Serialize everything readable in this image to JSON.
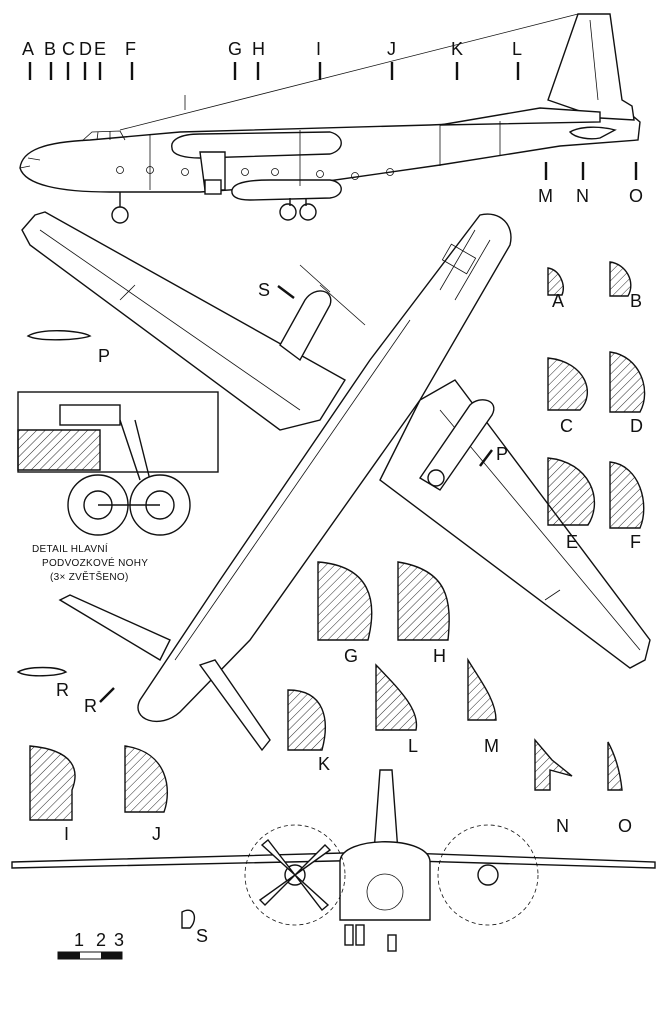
{
  "station_labels_top": [
    "A",
    "B",
    "C",
    "D",
    "E",
    "F",
    "G",
    "H",
    "I",
    "J",
    "K",
    "L"
  ],
  "station_labels_tail": [
    "M",
    "N",
    "O"
  ],
  "section_labels": {
    "A": "A",
    "B": "B",
    "C": "C",
    "D": "D",
    "E": "E",
    "F": "F",
    "G": "G",
    "H": "H",
    "I": "I",
    "J": "J",
    "K": "K",
    "L": "L",
    "M": "M",
    "N": "N",
    "O": "O"
  },
  "airfoil_labels": {
    "P": "P",
    "R": "R",
    "S": "S"
  },
  "cut_markers": {
    "S": "S",
    "P": "P",
    "R": "R"
  },
  "detail_caption": [
    "DETAIL HLAVNÍ",
    "PODVOZKOVÉ NOHY",
    "(3× ZVĚTŠENO)"
  ],
  "scale_bar": {
    "ticks": [
      "1",
      "2",
      "3"
    ]
  }
}
